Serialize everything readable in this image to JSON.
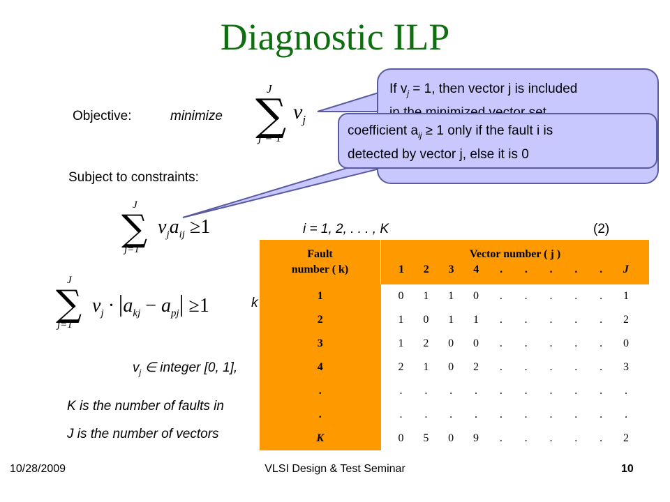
{
  "title": "Diagnostic ILP",
  "objective": {
    "label": "Objective:",
    "verb": "minimize",
    "sum_upper": "J",
    "sum_lower": "j = 1",
    "term_base": "v",
    "term_sub": "j"
  },
  "callout_back": {
    "pre": "If v",
    "sub": "j",
    "post": " = 1, then vector j is included",
    "line2": "in the minimized vector set"
  },
  "callout_front": {
    "pre": "coefficient a",
    "sub": "ij",
    "post": "  ≥ 1 only if the fault i is",
    "line2": "detected by vector j, else it is 0"
  },
  "subject_label": "Subject to constraints:",
  "constraint1": {
    "sum_upper": "J",
    "sum_lower": "j=1",
    "range": "i = 1, 2, . . . , K",
    "number": "(2)"
  },
  "constraint2": {
    "sum_upper": "J",
    "sum_lower": "j=1",
    "k_label": "k"
  },
  "domain_line": {
    "pre": "v",
    "sub": "j",
    "post": " ∈ integer [0, 1],"
  },
  "K_def": "K is the number of faults in",
  "J_def": "J is the number of vectors",
  "table": {
    "fault_header_line1": "Fault",
    "fault_header_line2": "number ( k)",
    "vector_header": "Vector number ( j )",
    "vector_cols": [
      "1",
      "2",
      "3",
      "4",
      ".",
      ".",
      ".",
      ".",
      ".",
      "J"
    ],
    "rows": [
      {
        "fault": "1",
        "cells": [
          "0",
          "1",
          "1",
          "0",
          ".",
          ".",
          ".",
          ".",
          ".",
          "1"
        ]
      },
      {
        "fault": "2",
        "cells": [
          "1",
          "0",
          "1",
          "1",
          ".",
          ".",
          ".",
          ".",
          ".",
          "2"
        ]
      },
      {
        "fault": "3",
        "cells": [
          "1",
          "2",
          "0",
          "0",
          ".",
          ".",
          ".",
          ".",
          ".",
          "0"
        ]
      },
      {
        "fault": "4",
        "cells": [
          "2",
          "1",
          "0",
          "2",
          ".",
          ".",
          ".",
          ".",
          ".",
          "3"
        ]
      },
      {
        "fault": ".",
        "cells": [
          ".",
          ".",
          ".",
          ".",
          ".",
          ".",
          ".",
          ".",
          ".",
          "."
        ]
      },
      {
        "fault": ".",
        "cells": [
          ".",
          ".",
          ".",
          ".",
          ".",
          ".",
          ".",
          ".",
          ".",
          "."
        ]
      },
      {
        "fault": "K",
        "cells": [
          "0",
          "5",
          "0",
          "9",
          ".",
          ".",
          ".",
          ".",
          ".",
          "2"
        ]
      }
    ]
  },
  "footer": {
    "date": "10/28/2009",
    "center": "VLSI Design & Test Seminar",
    "page": "10"
  },
  "colors": {
    "title": "#0f6e0f",
    "table_header": "#ff9900",
    "callout_fill": "#c8c8ff"
  }
}
